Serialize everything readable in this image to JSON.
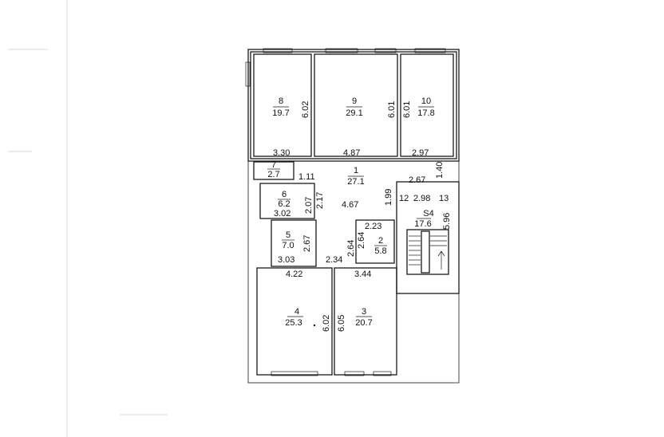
{
  "colors": {
    "ink": "#1a1a1a",
    "paper": "#ffffff",
    "scan_edge": "#cfcfcf"
  },
  "rooms": [
    {
      "id": "r8",
      "number": "8",
      "area": "19.7"
    },
    {
      "id": "r9",
      "number": "9",
      "area": "29.1"
    },
    {
      "id": "r10",
      "number": "10",
      "area": "17.8"
    },
    {
      "id": "r7",
      "number": "7",
      "area": "2.7"
    },
    {
      "id": "r1",
      "number": "1",
      "area": "27.1"
    },
    {
      "id": "r6",
      "number": "6",
      "area": "6.2"
    },
    {
      "id": "rS4",
      "number": "S4",
      "area": "17.6"
    },
    {
      "id": "r5",
      "number": "5",
      "area": "7.0"
    },
    {
      "id": "r2",
      "number": "2",
      "area": "5.8"
    },
    {
      "id": "r4",
      "number": "4",
      "area": "25.3"
    },
    {
      "id": "r3",
      "number": "3",
      "area": "20.7"
    }
  ],
  "dimensions": [
    {
      "id": "d-602-top",
      "value": "6.02"
    },
    {
      "id": "d-601-a",
      "value": "6.01"
    },
    {
      "id": "d-601-b",
      "value": "6.01"
    },
    {
      "id": "d-330",
      "value": "3.30"
    },
    {
      "id": "d-487",
      "value": "4.87"
    },
    {
      "id": "d-297",
      "value": "2.97"
    },
    {
      "id": "d-111",
      "value": "1.11"
    },
    {
      "id": "d-267-top",
      "value": "2.67"
    },
    {
      "id": "d-140",
      "value": "1.40"
    },
    {
      "id": "d-217",
      "value": "2.17"
    },
    {
      "id": "d-207",
      "value": "2.07"
    },
    {
      "id": "d-199",
      "value": "1.99"
    },
    {
      "id": "d-12",
      "value": "12"
    },
    {
      "id": "d-298",
      "value": "2.98"
    },
    {
      "id": "d-13",
      "value": "13"
    },
    {
      "id": "d-467",
      "value": "4.67"
    },
    {
      "id": "d-302",
      "value": "3.02"
    },
    {
      "id": "d-596",
      "value": "5.96"
    },
    {
      "id": "d-223",
      "value": "2.23"
    },
    {
      "id": "d-264-a",
      "value": "2.64"
    },
    {
      "id": "d-264-b",
      "value": "2.64"
    },
    {
      "id": "d-267-mid",
      "value": "2.67"
    },
    {
      "id": "d-303",
      "value": "3.03"
    },
    {
      "id": "d-234",
      "value": "2.34"
    },
    {
      "id": "d-422",
      "value": "4.22"
    },
    {
      "id": "d-344",
      "value": "3.44"
    },
    {
      "id": "d-602-bot",
      "value": "6.02"
    },
    {
      "id": "d-605",
      "value": "6.05"
    }
  ]
}
